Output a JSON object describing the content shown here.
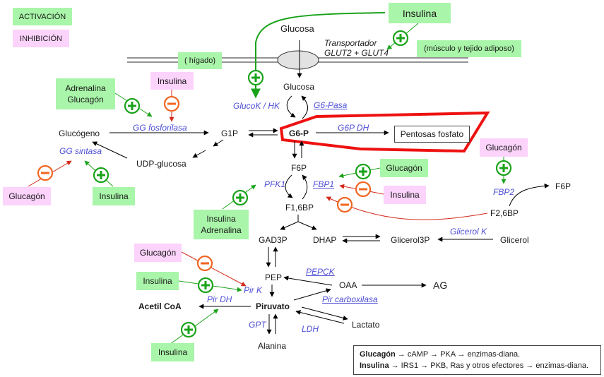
{
  "legend": {
    "activation": "ACTIVACIÓN",
    "inhibition": "INHIBICIÓN",
    "activation_color": "#a9f5a9",
    "inhibition_color": "#fbd3fb"
  },
  "membrane": {
    "liver_label": "( hígado)",
    "muscle_label": "(músculo y tejido adiposo)",
    "transporter_line1": "Transportador",
    "transporter_line2": "GLUT2 + GLUT4"
  },
  "metabolites": {
    "glucose_out": "Glucosa",
    "glucose_in": "Glucosa",
    "g6p": "G6-P",
    "g1p": "G1P",
    "glycogen": "Glucógeno",
    "udp_glucose": "UDP-glucosa",
    "pentoses": "Pentosas fosfato",
    "f6p": "F6P",
    "f16bp": "F1,6BP",
    "f26bp": "F2,6BP",
    "f6p_right": "F6P",
    "gad3p": "GAD3P",
    "dhap": "DHAP",
    "glycerol3p": "Glicerol3P",
    "glycerol": "Glicerol",
    "pep": "PEP",
    "oaa": "OAA",
    "ag": "AG",
    "pyruvate": "Piruvato",
    "acetyl_coa": "Acetil CoA",
    "lactate": "Lactato",
    "alanine": "Alanina"
  },
  "enzymes": {
    "glucok_hk": "GlucoK / HK",
    "g6pase": "G6-Pasa",
    "gg_phosphorylase": "GG fosforilasa",
    "gg_synthase": "GG sintasa",
    "g6p_dh": "G6P DH",
    "pfk1": "PFK1",
    "fbp1": "FBP1",
    "fbp2": "FBP2",
    "glycerol_k": "Glicerol K",
    "pepck": "PEPCK",
    "pyr_k": "Pir K",
    "pyr_dh": "Pir DH",
    "pyr_carboxylase": "Pir carboxilasa",
    "gpt": "GPT",
    "ldh": "LDH"
  },
  "regulators": {
    "insulin_top": "Insulina",
    "adrenaline_glucagon": [
      "Adrenalina",
      "Glucagón"
    ],
    "insulin_phosphorylase": "Insulina",
    "glucagon_synthase": "Glucagón",
    "insulin_synthase": "Insulina",
    "insulin_adrenaline_pfk": [
      "Insulina",
      "Adrenalina"
    ],
    "glucagon_fbp1": "Glucagón",
    "insulin_fbp1": "Insulina",
    "glucagon_fbp2": "Glucagón",
    "glucagon_pyrk": "Glucagón",
    "insulin_pyrk": "Insulina",
    "insulin_pyrdh": "Insulina"
  },
  "signaling_box": {
    "line1_bold": "Glucagón",
    "line1_rest": " → cAMP → PKA → enzimas-diana.",
    "line2_bold": "Insulina",
    "line2_rest": " → IRS1 → PKB, Ras y otros efectores → enzimas-diana."
  },
  "colors": {
    "activation_stroke": "#1aa31a",
    "inhibition_stroke": "#f26522",
    "inhibition_arrow": "#d42a1a",
    "enzyme_text": "#4f4fd6",
    "highlight": "#ee1111"
  }
}
